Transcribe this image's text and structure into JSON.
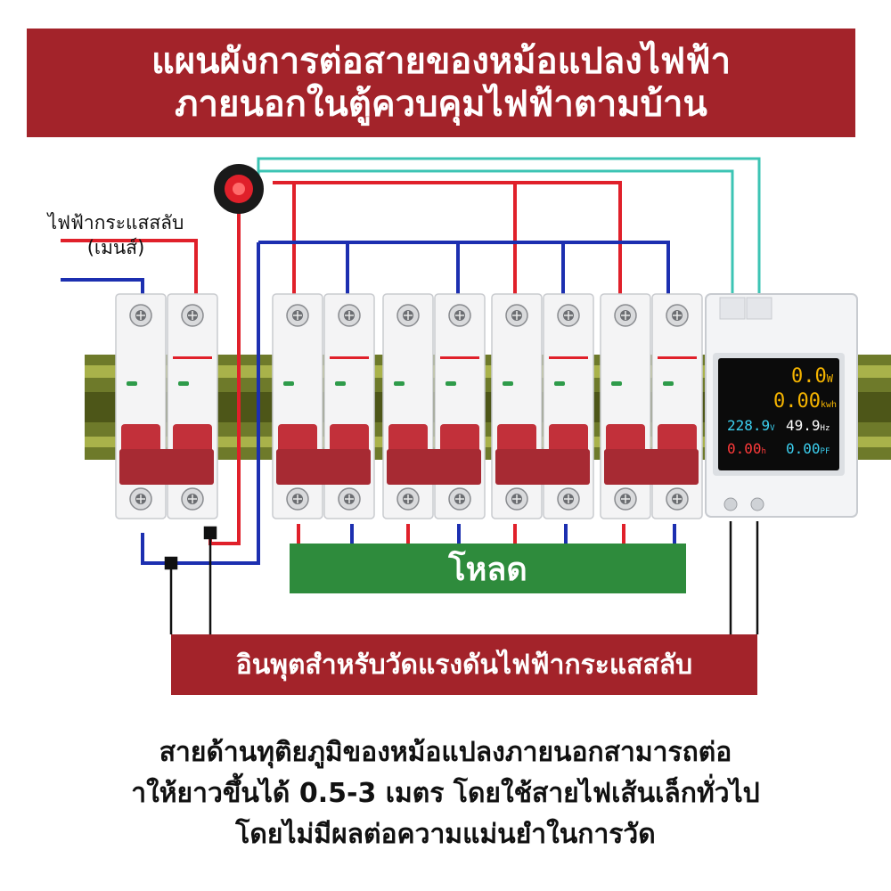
{
  "title": {
    "line1": "แผนผังการต่อสายของหม้อแปลงไฟฟ้า",
    "line2": "ภายนอกในตู้ควบคุมไฟฟ้าตามบ้าน"
  },
  "labels": {
    "ac_line1": "ไฟฟ้ากระแสสลับ",
    "ac_line2": "(เมนส์)",
    "load": "โหลด",
    "voltage_input": "อินพุตสำหรับวัดแรงดันไฟฟ้ากระแสสลับ"
  },
  "meter": {
    "power": "0.0",
    "power_unit": "W",
    "energy": "0.00",
    "energy_unit": "kwh",
    "voltage": "228.9",
    "voltage_unit": "V",
    "frequency": "49.9",
    "frequency_unit": "Hz",
    "hours": "0.00",
    "hours_unit": "h",
    "pf": "0.00",
    "pf_unit": "PF"
  },
  "footer": {
    "line1": "สายด้านทุติยภูมิของหม้อแปลงภายนอกสามารถต่อ",
    "line2": "าให้ยาวขึ้นได้ 0.5-3 เมตร โดยใช้สายไฟเส้นเล็กทั่วไป",
    "line3": "โดยไม่มีผลต่อความแม่นยำในการวัด"
  },
  "colors": {
    "banner": "#a3232a",
    "load_box": "#2e8b3c",
    "live_wire": "#e0202a",
    "neutral_wire": "#1c2fb0",
    "signal_wire": "#3cc4b4",
    "breaker_handle": "#c2303a",
    "din_rail": "#6e7a2a"
  }
}
